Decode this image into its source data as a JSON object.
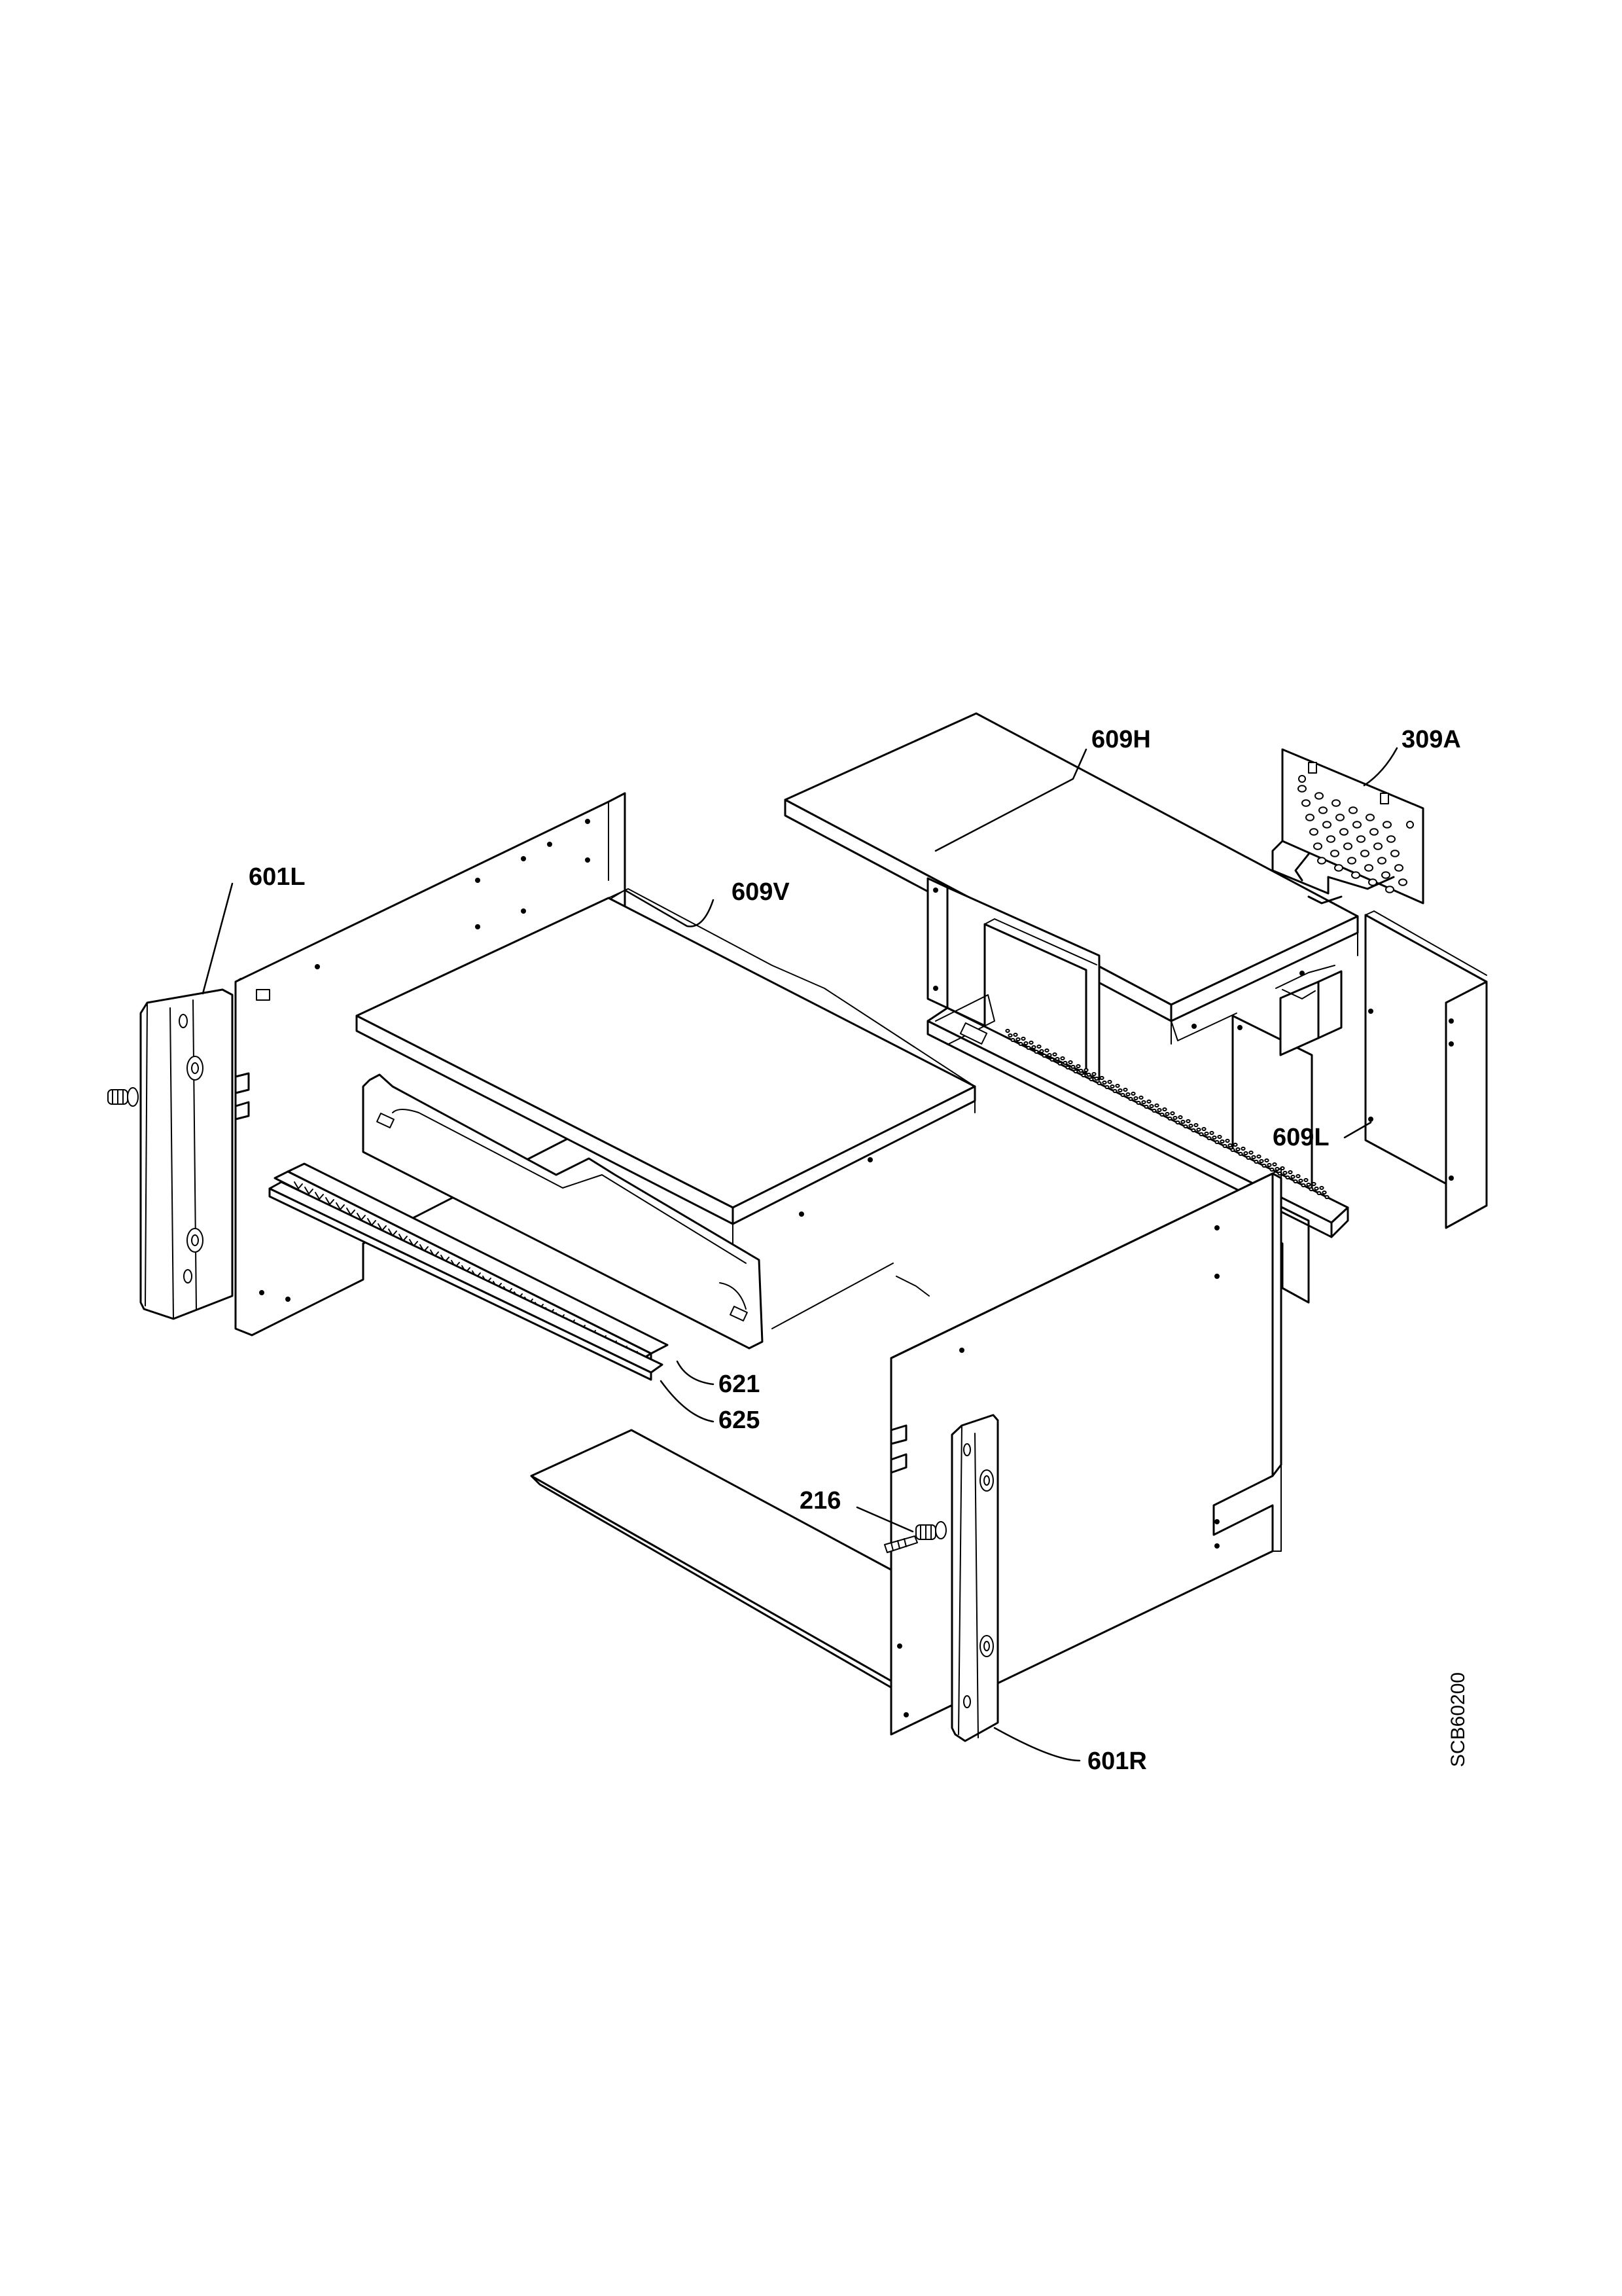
{
  "drawing_code": "SCB60200",
  "parts": {
    "p601L": "601L",
    "p609V": "609V",
    "p609H": "609H",
    "p309A": "309A",
    "p609L": "609L",
    "p621": "621",
    "p625": "625",
    "p216": "216",
    "p601R": "601R"
  }
}
